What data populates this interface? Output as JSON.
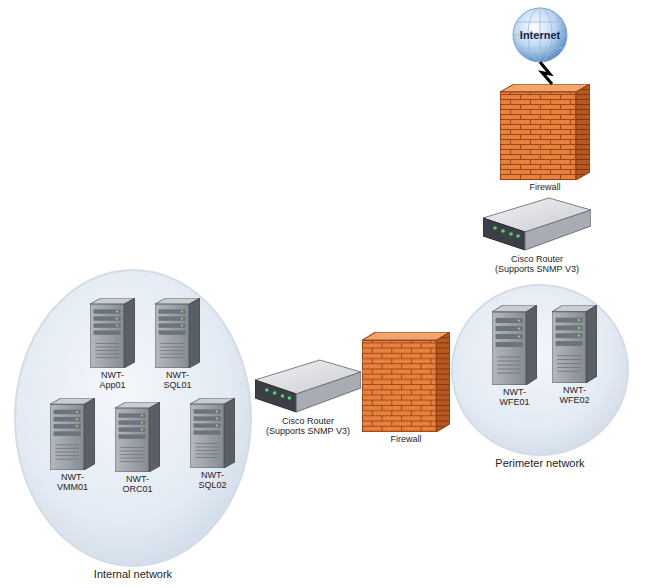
{
  "diagram": {
    "nodes": [
      {
        "text": [
          "Internet"
        ]
      },
      {
        "text": [
          "Firewall"
        ]
      },
      {
        "text": [
          "Cisco Router (Supports SNMP V3)"
        ]
      },
      {
        "text": [
          "Perimeter network"
        ]
      },
      {
        "text": [
          "NWT-WFE01"
        ],
        "in": 3
      },
      {
        "text": [
          "NWT-WFE02"
        ],
        "in": 3
      },
      {
        "text": [
          "Internal network"
        ]
      },
      {
        "text": [
          "NWT-App01"
        ],
        "in": 6
      },
      {
        "text": [
          "NWT-SQL01"
        ],
        "in": 6
      },
      {
        "text": [
          "NWT-VMM01"
        ],
        "in": 6
      },
      {
        "text": [
          "NWT-ORC01"
        ],
        "in": 6
      },
      {
        "text": [
          "NWT-SQL02"
        ],
        "in": 6
      },
      {
        "text": [
          "Cisco Router (Supports SNMP V3)"
        ]
      },
      {
        "text": [
          "Firewall"
        ]
      }
    ],
    "edges": [
      {
        "from": 0,
        "to": 1,
        "arrow": "none"
      }
    ]
  }
}
